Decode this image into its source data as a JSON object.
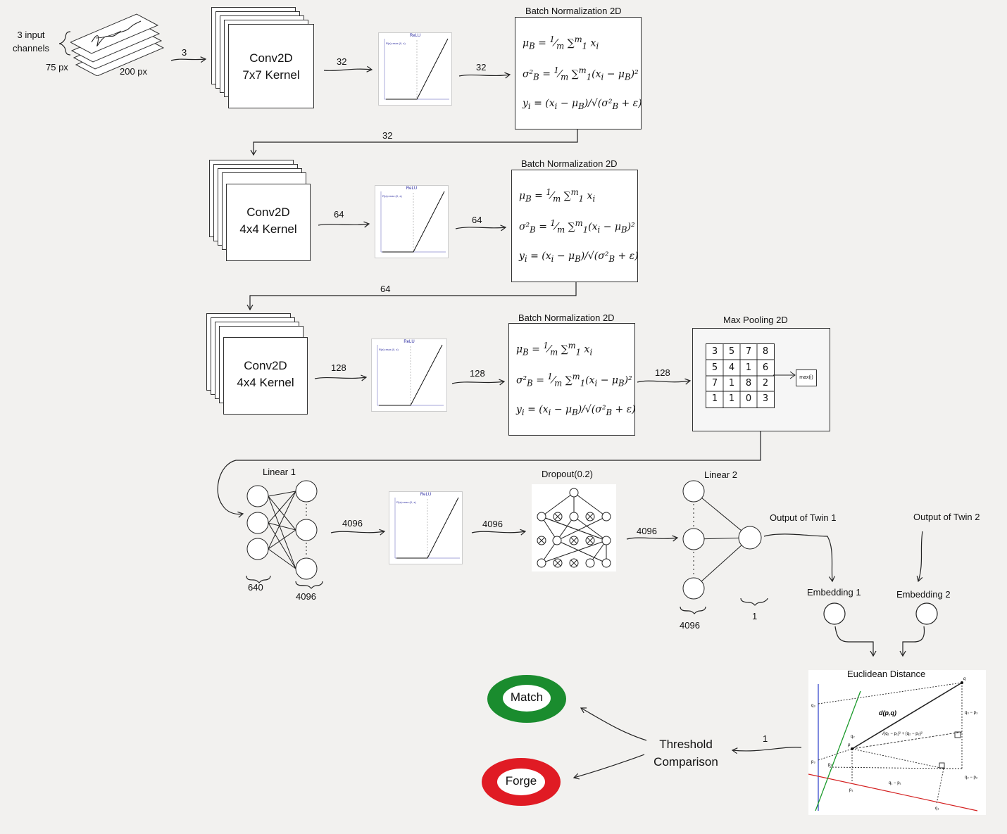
{
  "input": {
    "channels_label": "3 input\nchannels",
    "height_label": "75 px",
    "width_label": "200 px",
    "out": "3"
  },
  "blocks": [
    {
      "conv_title": "Conv2D",
      "conv_kernel": "7x7 Kernel",
      "conv_out": "32",
      "relu_out": "32",
      "bn_title": "Batch Normalization 2D",
      "bn_out": "32"
    },
    {
      "conv_title": "Conv2D",
      "conv_kernel": "4x4 Kernel",
      "conv_out": "64",
      "relu_out": "64",
      "bn_title": "Batch Normalization 2D",
      "bn_out": "64"
    },
    {
      "conv_title": "Conv2D",
      "conv_kernel": "4x4 Kernel",
      "conv_out": "128",
      "relu_out": "128",
      "bn_title": "Batch Normalization 2D",
      "bn_out": "128"
    }
  ],
  "relu": {
    "title": "ReLU",
    "formula": "R(z)=max (0, z)"
  },
  "maxpool": {
    "title": "Max Pooling 2D",
    "grid": [
      [
        "3",
        "5",
        "7",
        "8"
      ],
      [
        "5",
        "4",
        "1",
        "6"
      ],
      [
        "7",
        "1",
        "8",
        "2"
      ],
      [
        "1",
        "1",
        "0",
        "3"
      ]
    ],
    "op": "max(i)"
  },
  "linear1": {
    "title": "Linear 1",
    "in": "640",
    "out": "4096"
  },
  "relu_fc_out": "4096",
  "dropout": {
    "title": "Dropout(0.2)",
    "out": "4096"
  },
  "linear2": {
    "title": "Linear 2",
    "in": "4096",
    "out": "1"
  },
  "twin1": {
    "output": "Output of Twin 1",
    "embedding": "Embedding 1"
  },
  "twin2": {
    "output": "Output of Twin 2",
    "embedding": "Embedding 2"
  },
  "euclid": {
    "title": "Euclidean Distance",
    "formula": "d(p,q)",
    "expr": "√(q₁ − p₁)² + (q₂ − p₂)²",
    "q1mp1": "q₁ − p₁",
    "q2mp2": "q₂ − p₂",
    "q3mp3": "q₃ − p₃",
    "p": "p",
    "q": "q",
    "p1": "p₁",
    "p2": "p₂",
    "p3": "p₃",
    "q1": "q₁",
    "q2": "q₂",
    "q3": "q₃",
    "out": "1"
  },
  "threshold": {
    "line1": "Threshold",
    "line2": "Comparison"
  },
  "results": {
    "match": "Match",
    "forge": "Forge",
    "match_color": "#1a8c2e",
    "forge_color": "#e01b24"
  }
}
